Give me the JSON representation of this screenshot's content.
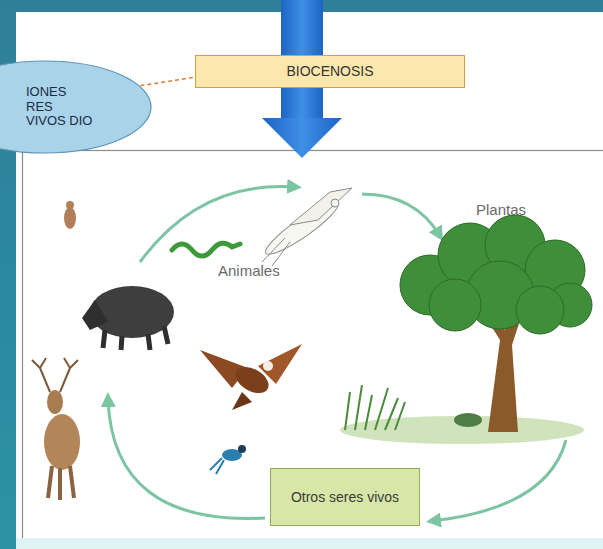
{
  "diagram": {
    "nodes": [
      {
        "text": [
          "IONES RES VIVOS DIO"
        ]
      },
      {
        "text": [
          "BIOCENOSIS"
        ]
      },
      {
        "text": [
          "Otros seres vivos"
        ]
      }
    ],
    "edges": [
      {
        "from": 0,
        "to": 1,
        "arrow": "none"
      }
    ],
    "labels": [
      "Plantas",
      "Animales"
    ]
  }
}
